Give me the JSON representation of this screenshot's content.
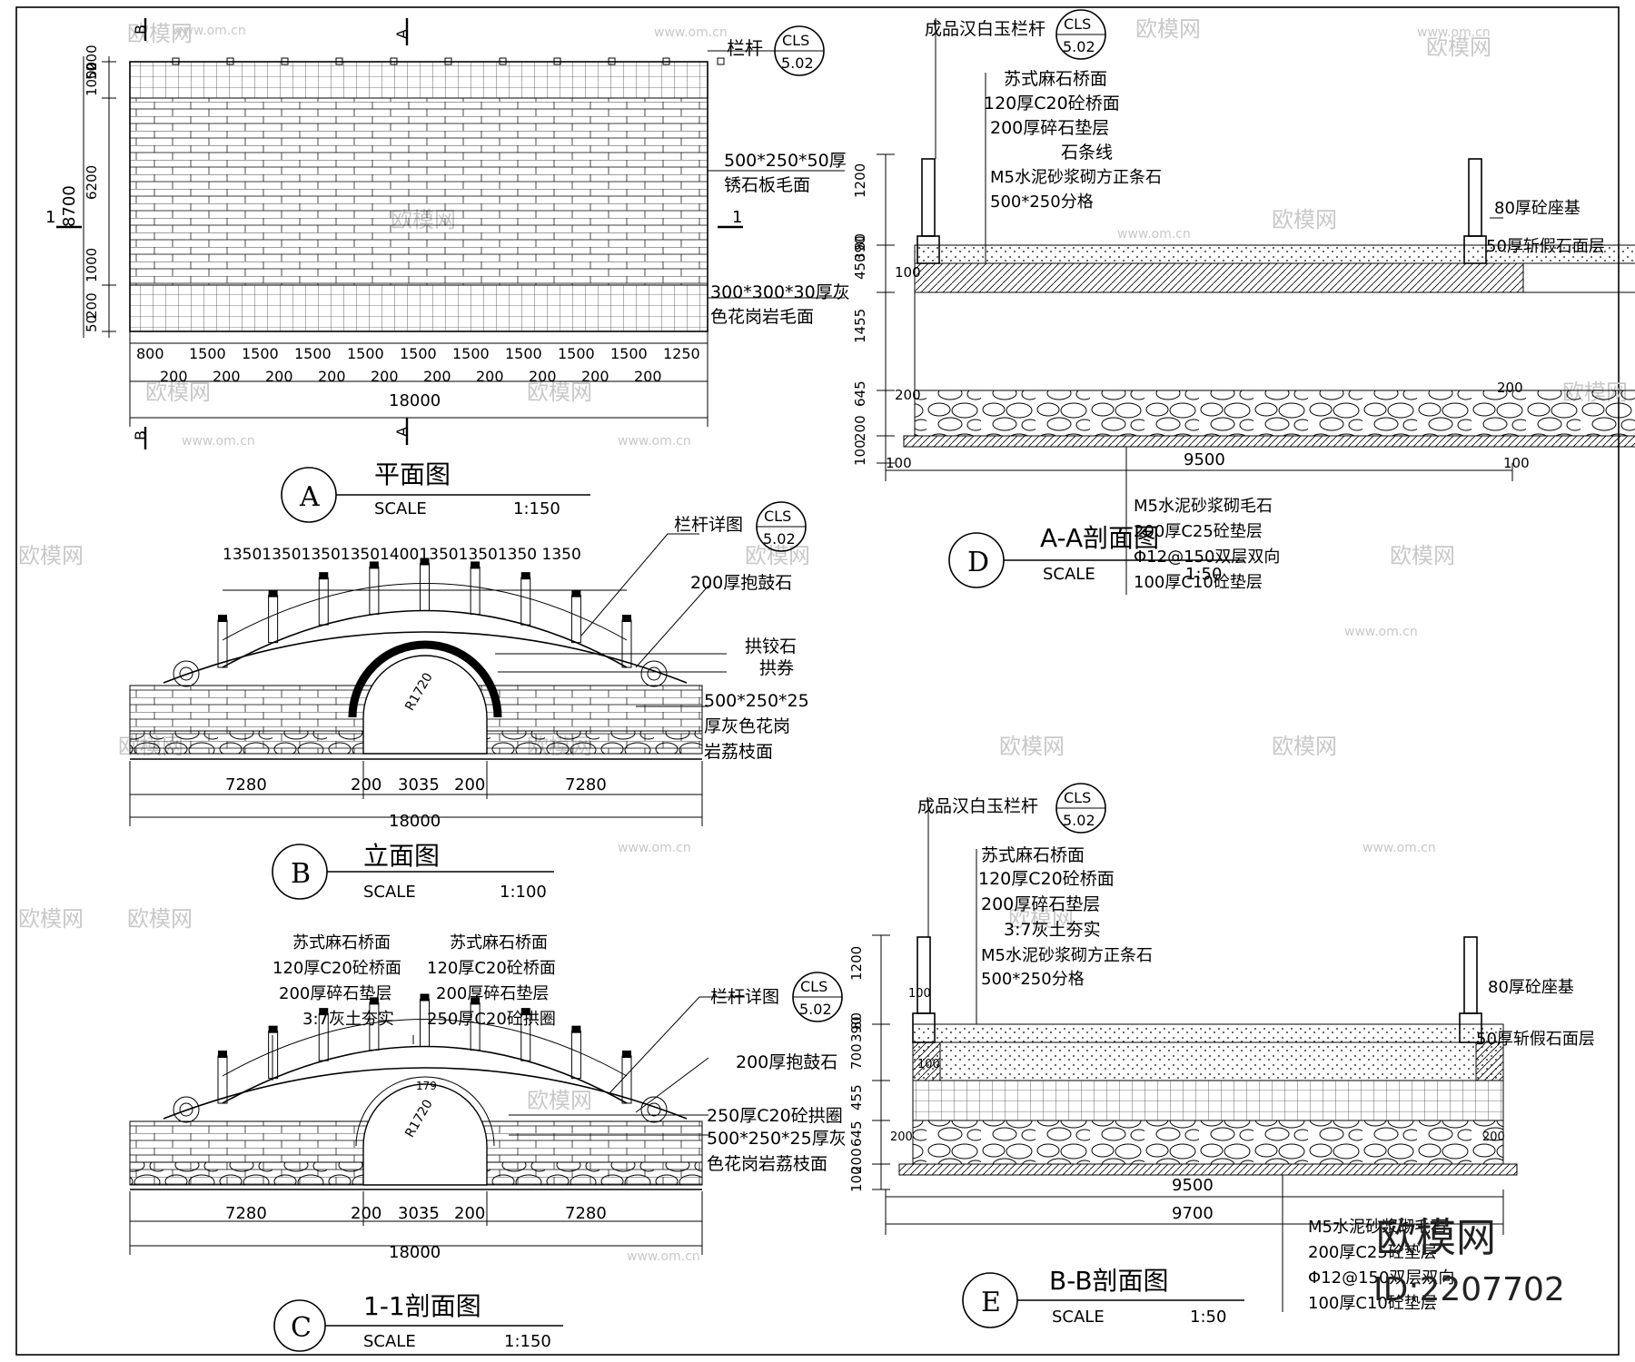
{
  "watermark": {
    "brand": "欧模网",
    "url": "www.om.cn",
    "id": "ID:2207702"
  },
  "views": {
    "A": {
      "letter": "A",
      "title": "平面图",
      "scale_label": "SCALE",
      "scale": "1:150"
    },
    "B": {
      "letter": "B",
      "title": "立面图",
      "scale_label": "SCALE",
      "scale": "1:100"
    },
    "C": {
      "letter": "C",
      "title": "1-1剖面图",
      "scale_label": "SCALE",
      "scale": "1:150"
    },
    "D": {
      "letter": "D",
      "title": "A-A剖面图",
      "scale_label": "SCALE",
      "scale": "1:50"
    },
    "E": {
      "letter": "E",
      "title": "B-B剖面图",
      "scale_label": "SCALE",
      "scale": "1:50"
    }
  },
  "ref_bubble": {
    "top": "CLS",
    "bottom": "5.02"
  },
  "plan": {
    "label_railing": "栏杆",
    "label_slab": [
      "500*250*50厚",
      "锈石板毛面"
    ],
    "label_granite": [
      "300*300*30厚灰",
      "色花岗岩毛面"
    ],
    "left_dims": [
      "200",
      "50",
      "1000",
      "6200",
      "1000",
      "200",
      "50"
    ],
    "overall_left": "8700",
    "section_mark": "1",
    "bottom_dims_top": [
      "800",
      "1500",
      "1500",
      "1500",
      "1500",
      "1500",
      "1500",
      "1500",
      "1500",
      "1500",
      "1250"
    ],
    "bottom_dims_small": [
      "200",
      "200",
      "200",
      "200",
      "200",
      "200",
      "200",
      "200",
      "200",
      "200"
    ],
    "overall_bottom": "18000",
    "mark_A": "A",
    "mark_B": "B"
  },
  "elevation": {
    "top_dims": "13501350135013501400135013501350 1350",
    "labels": [
      "栏杆详图",
      "200厚抱鼓石",
      "拱铰石",
      "拱券",
      "500*250*25",
      "厚灰色花岗",
      "岩荔枝面"
    ],
    "radius": "R1720",
    "dims": [
      "7280",
      "200",
      "3035",
      "200",
      "7280"
    ],
    "overall": "18000"
  },
  "section11": {
    "left_labels": [
      "苏式麻石桥面",
      "120厚C20砼桥面",
      "200厚碎石垫层",
      "3:7灰土夯实"
    ],
    "right_labels": [
      "苏式麻石桥面",
      "120厚C20砼桥面",
      "200厚碎石垫层",
      "250厚C20砼拱圈"
    ],
    "side_labels": [
      "栏杆详图",
      "200厚抱鼓石",
      "250厚C20砼拱圈",
      "500*250*25厚灰",
      "色花岗岩荔枝面"
    ],
    "radius": "R1720",
    "small": "179",
    "dims": [
      "7280",
      "200",
      "3035",
      "200",
      "7280"
    ],
    "overall": "18000"
  },
  "sectionAA": {
    "top_label": "成品汉白玉栏杆",
    "labels": [
      "苏式麻石桥面",
      "120厚C20砼桥面",
      "200厚碎石垫层",
      "石条线",
      "M5水泥砂浆砌方正条石",
      "500*250分格"
    ],
    "right_labels": [
      "80厚砼座基",
      "50厚斩假石面层"
    ],
    "bottom_labels": [
      "M5水泥砂浆砌毛石",
      "200厚C25砼垫层",
      "Φ12@150双层双向",
      "100厚C10砼垫层"
    ],
    "left_dims": [
      "1200",
      "80",
      "390",
      "450",
      "1455",
      "645",
      "200",
      "100"
    ],
    "dims_small": [
      "100",
      "200",
      "200",
      "100",
      "100"
    ],
    "overall": "9500"
  },
  "sectionBB": {
    "top_label": "成品汉白玉栏杆",
    "labels": [
      "苏式麻石桥面",
      "120厚C20砼桥面",
      "200厚碎石垫层",
      "3:7灰土夯实",
      "M5水泥砂浆砌方正条石",
      "500*250分格"
    ],
    "right_labels": [
      "80厚砼座基",
      "50厚斩假石面层"
    ],
    "bottom_labels": [
      "M5水泥砂浆砌毛石",
      "200厚C25砼垫层",
      "Φ12@150双层双向",
      "100厚C10砼垫层"
    ],
    "left_dims": [
      "1200",
      "80",
      "390",
      "700",
      "455",
      "645",
      "200",
      "100"
    ],
    "dims_small": [
      "100",
      "100",
      "200",
      "200"
    ],
    "overall_inner": "9500",
    "overall_outer": "9700"
  }
}
